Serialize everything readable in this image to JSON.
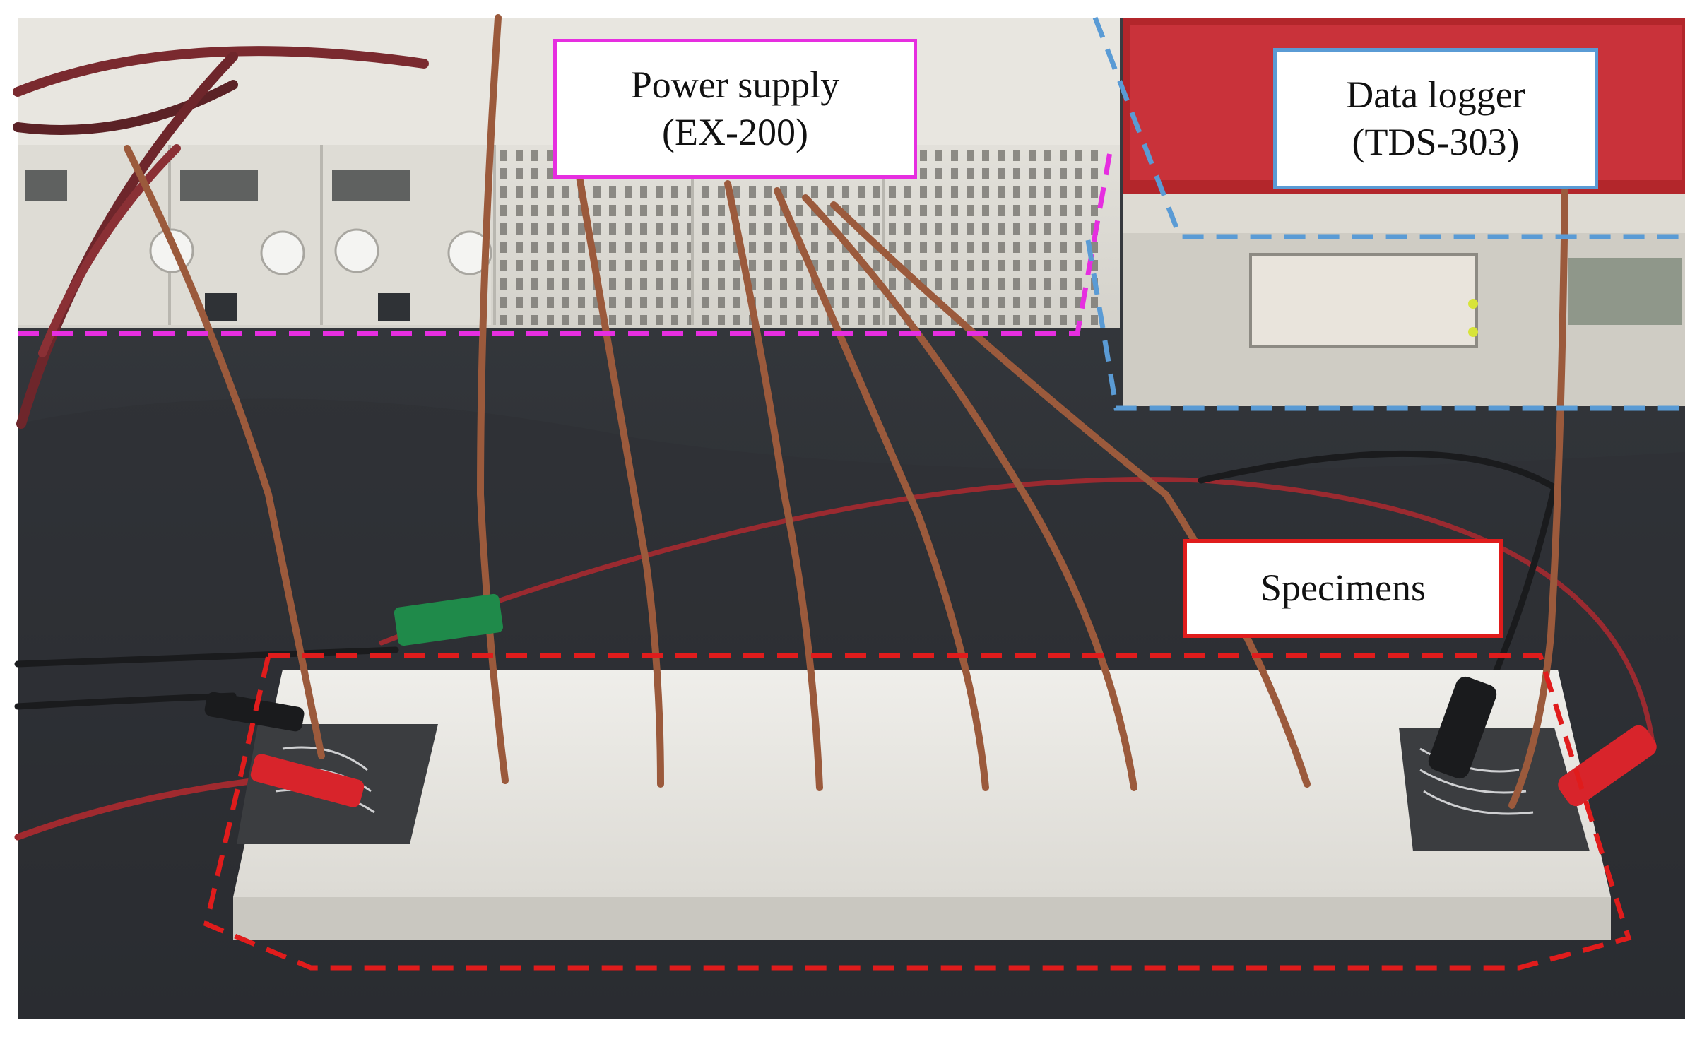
{
  "labels": {
    "power_supply": "Power supply\n(EX-200)",
    "data_logger": "Data logger\n(TDS-303)",
    "specimens": "Specimens"
  },
  "colors": {
    "power_supply_box": "#e62ee0",
    "data_logger_box": "#5a9bd5",
    "specimens_box": "#e01c1c",
    "bench": "#2b2e33",
    "concrete": "#e4e3de",
    "copper_wire": "#9b5a3c"
  }
}
